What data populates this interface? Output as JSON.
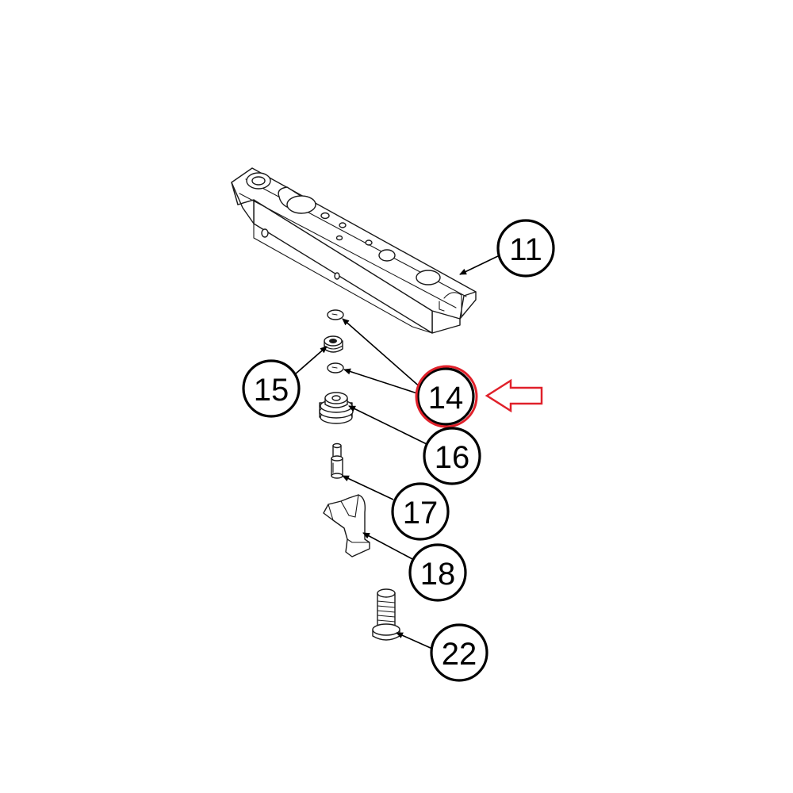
{
  "callouts": [
    {
      "id": "c11",
      "label": "11",
      "highlighted": false
    },
    {
      "id": "c14",
      "label": "14",
      "highlighted": true
    },
    {
      "id": "c15",
      "label": "15",
      "highlighted": false
    },
    {
      "id": "c16",
      "label": "16",
      "highlighted": false
    },
    {
      "id": "c17",
      "label": "17",
      "highlighted": false
    },
    {
      "id": "c18",
      "label": "18",
      "highlighted": false
    },
    {
      "id": "c22",
      "label": "22",
      "highlighted": false
    }
  ],
  "colors": {
    "line": "#1a1a1a",
    "highlight": "#e0202a",
    "background": "#ffffff"
  },
  "icons": {
    "pointer": "left-arrow-icon"
  }
}
